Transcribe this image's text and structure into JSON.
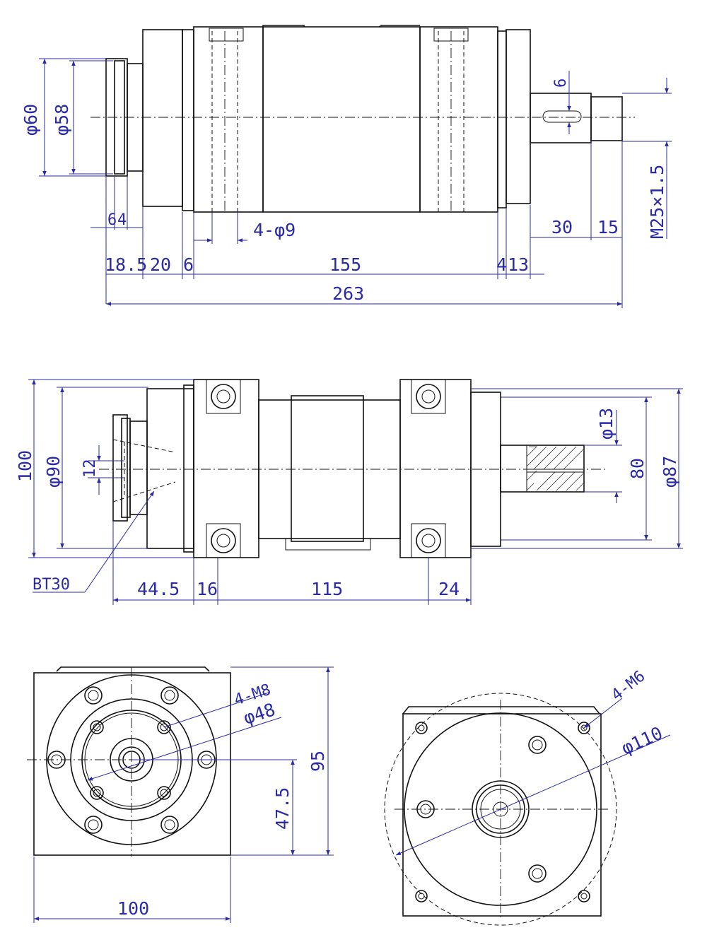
{
  "top_view": {
    "dim_phi60": "φ60",
    "dim_phi58": "φ58",
    "dim_6": "6",
    "dim_4": "4",
    "dim_4phi9": "4-φ9",
    "dim_18_5": "18.5",
    "dim_20": "20",
    "dim_6b": "6",
    "dim_155": "155",
    "dim_4b": "4",
    "dim_13": "13",
    "dim_263": "263",
    "dim_key6": "6",
    "dim_30": "30",
    "dim_15": "15",
    "dim_thread": "M25×1.5"
  },
  "side_view": {
    "dim_100": "100",
    "dim_phi90": "φ90",
    "dim_12": "12",
    "label_bt30": "BT30",
    "dim_44_5": "44.5",
    "dim_16": "16",
    "dim_115": "115",
    "dim_24": "24",
    "dim_phi13": "φ13",
    "dim_80": "80",
    "dim_phi87": "φ87"
  },
  "front_view": {
    "dim_4m8": "4-M8",
    "dim_phi48": "φ48",
    "dim_95": "95",
    "dim_47_5": "47.5",
    "dim_100": "100"
  },
  "rear_view": {
    "dim_4m6": "4-M6",
    "dim_phi110": "φ110"
  },
  "colors": {
    "outline": "#111111",
    "dimension": "#2a2aa8",
    "background": "#ffffff"
  }
}
